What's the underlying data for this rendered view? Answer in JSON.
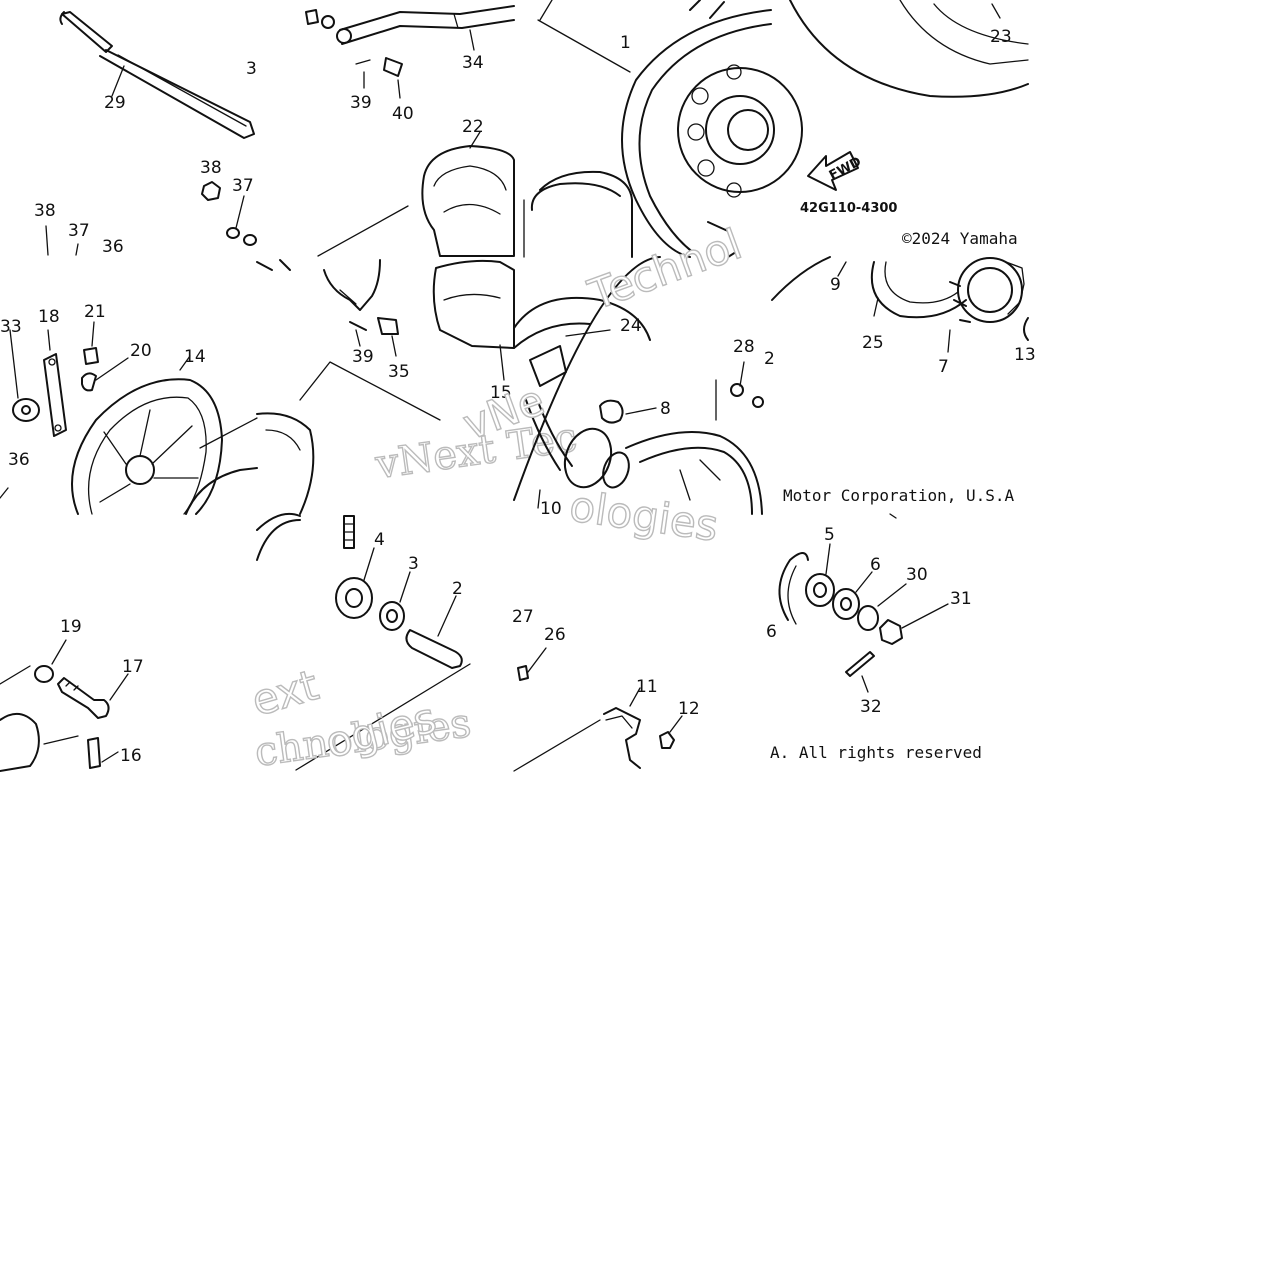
{
  "diagram": {
    "callouts": [
      "29",
      "3",
      "34",
      "39",
      "40",
      "22",
      "1",
      "23",
      "38",
      "37",
      "36",
      "33",
      "18",
      "21",
      "20",
      "14",
      "39",
      "35",
      "24",
      "15",
      "8",
      "28",
      "2",
      "9",
      "25",
      "7",
      "13",
      "36",
      "10",
      "4",
      "3",
      "2",
      "19",
      "17",
      "16",
      "27",
      "26",
      "11",
      "12",
      "5",
      "6",
      "30",
      "31",
      "32"
    ],
    "drawing_code": "42G110-4300",
    "fwd_label": "FWD",
    "copyright_parts": [
      "©2024 Yamaha",
      "Motor Corporation, U.S.A",
      "A. All rights reserved"
    ],
    "watermark_parts": [
      "Technol",
      "vNe",
      "vNext Tec",
      "ologies",
      "ext",
      "chnologies",
      "ogies"
    ],
    "colors": {
      "ink": "#111111",
      "watermark": "#bbbbbb",
      "background": "#ffffff"
    }
  }
}
